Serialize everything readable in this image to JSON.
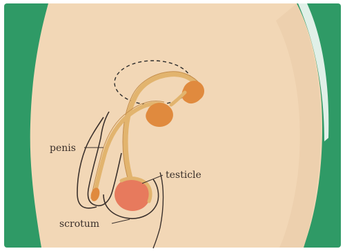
{
  "labels": {
    "penis": "penis",
    "testicle": "testicle",
    "scrotum": "scrotum"
  },
  "colors": {
    "background_green": "#2f9a66",
    "skin": "#f2d7b6",
    "skin_shadow": "#e8c9a6",
    "outline": "#3a302c",
    "duct": "#e2b46e",
    "duct_edge": "#c48d4a",
    "gland": "#e08a3e",
    "testicle": "#e77a5d",
    "dashed_bladder": "#2b2b2b",
    "white_border": "#ffffff"
  }
}
